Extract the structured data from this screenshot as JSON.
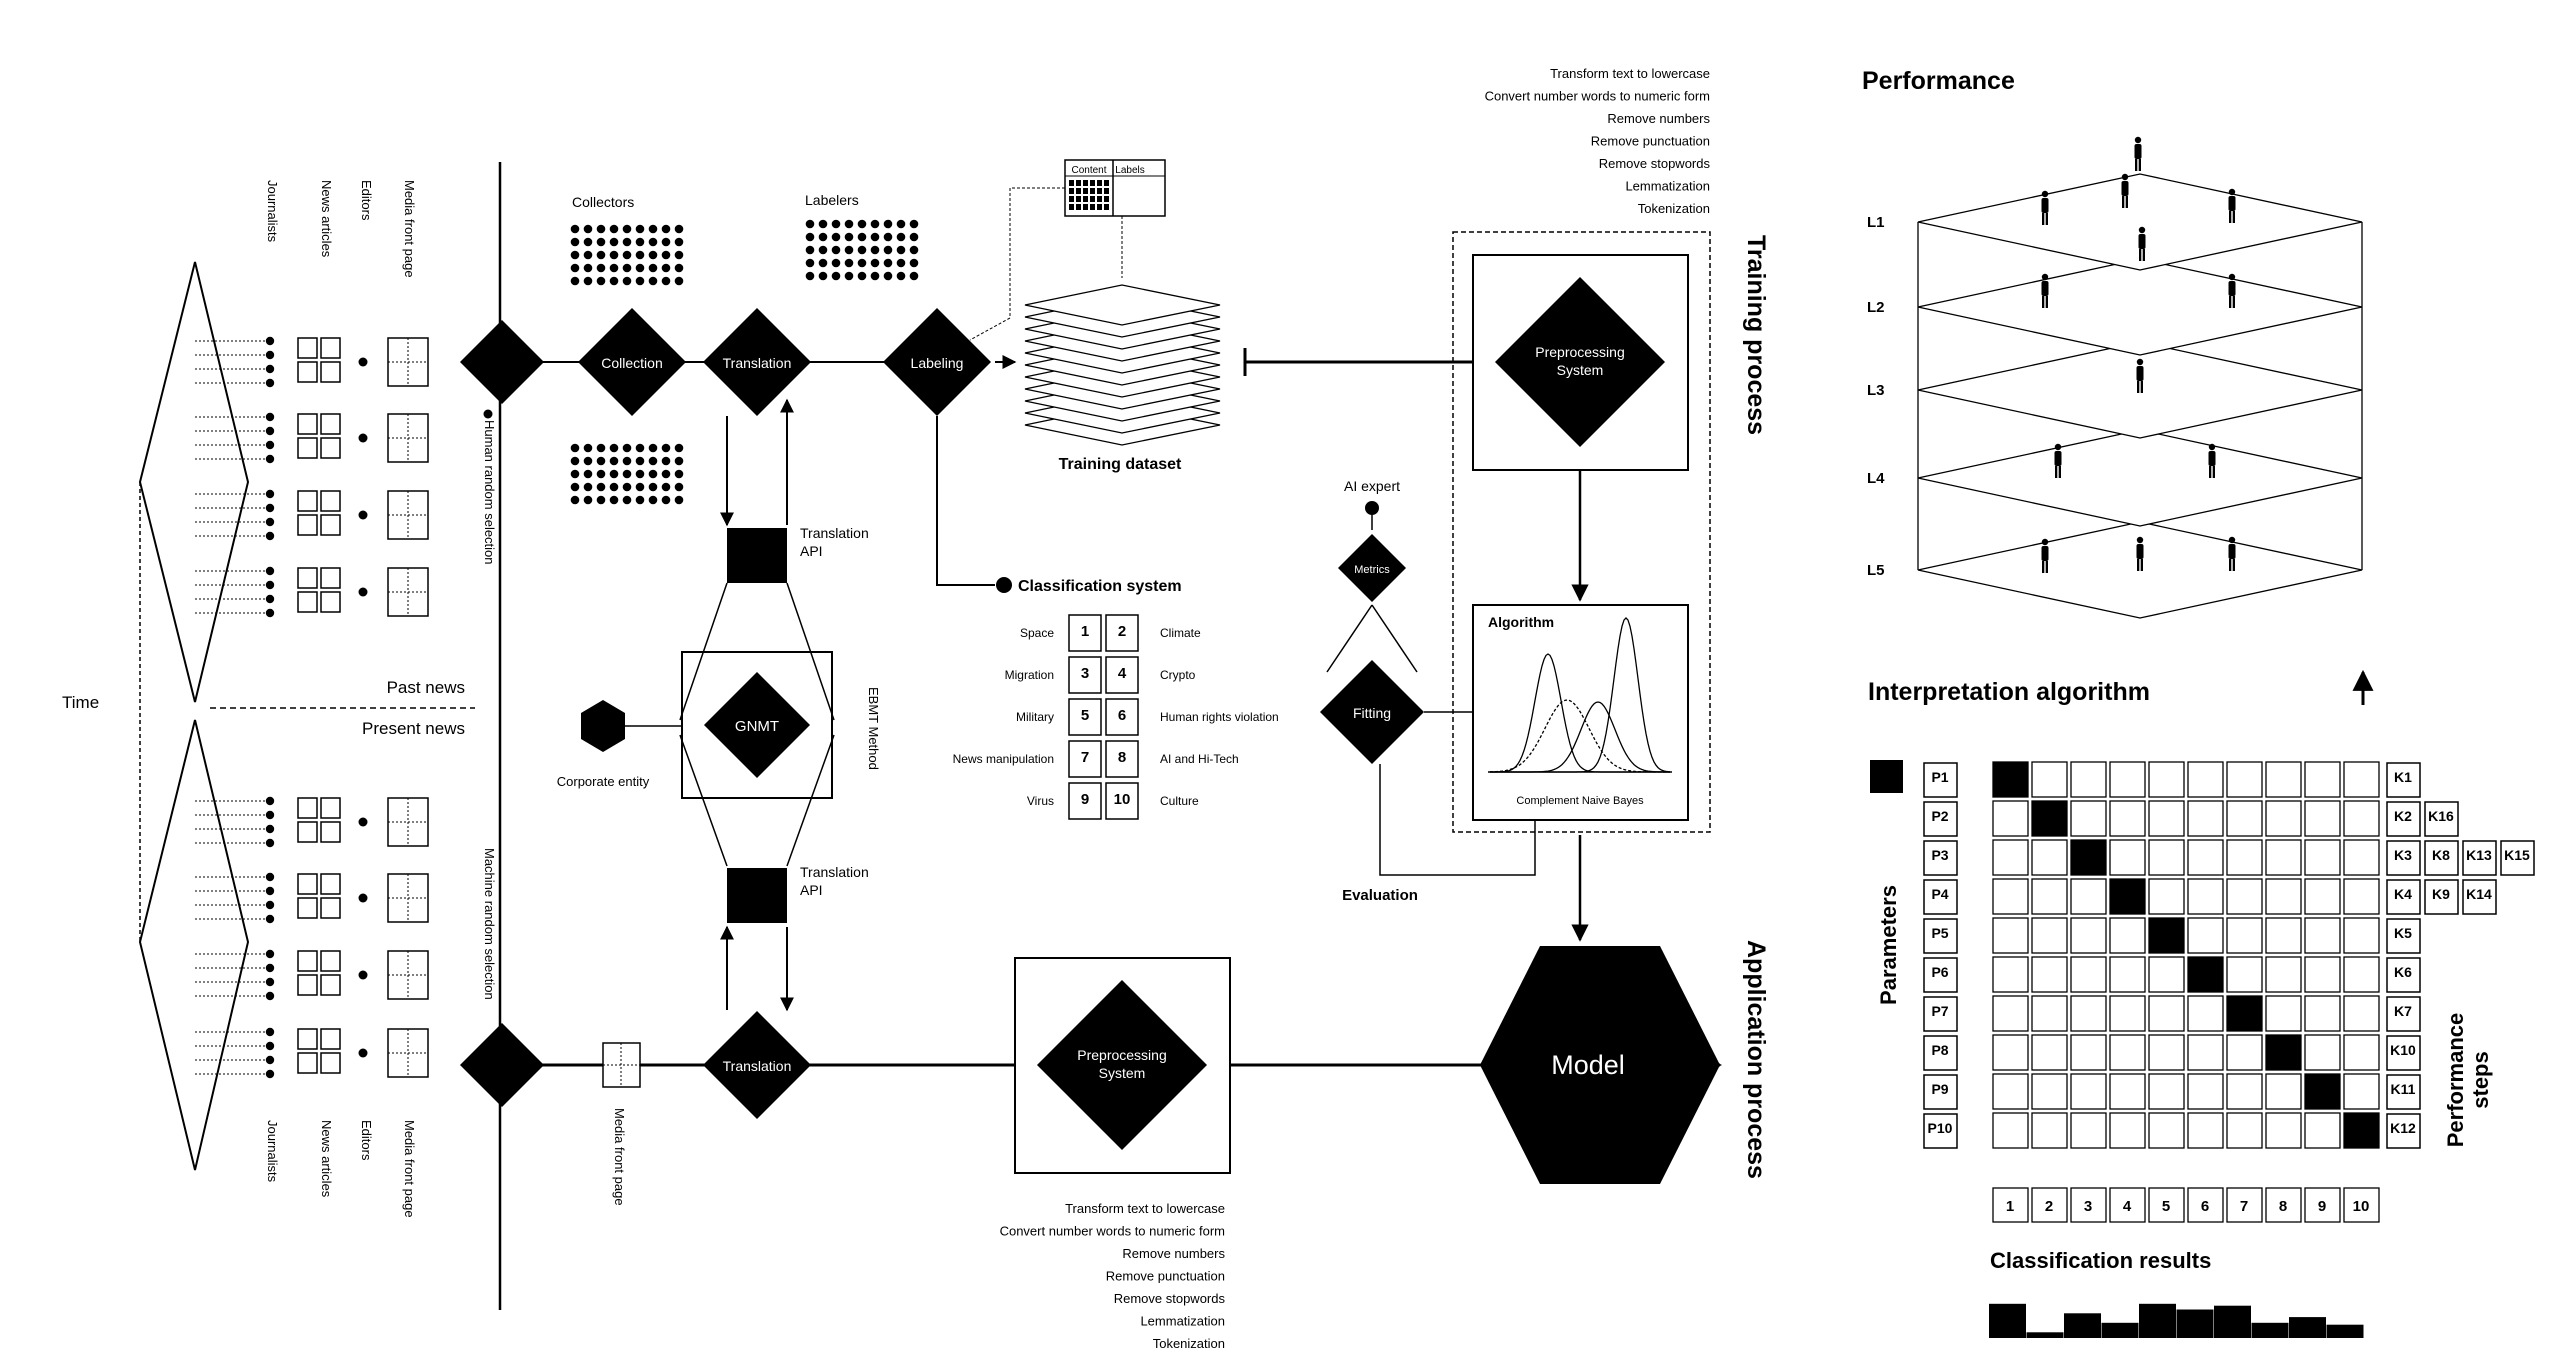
{
  "left": {
    "time_label": "Time",
    "past_news": "Past news",
    "present_news": "Present news",
    "col_headers": [
      "Journalists",
      "News articles",
      "Editors",
      "Media front page"
    ],
    "human_selection": "Human random selection",
    "machine_selection": "Machine random selection"
  },
  "pipeline": {
    "collectors": "Collectors",
    "labelers": "Labelers",
    "collection": "Collection",
    "translation_top": "Translation",
    "translation_bottom": "Translation",
    "labeling": "Labeling",
    "translation_api_1": [
      "Translation",
      "API"
    ],
    "translation_api_2": [
      "Translation",
      "API"
    ],
    "gnmt": "GNMT",
    "ebmt": "EBMT Method",
    "corporate_entity": "Corporate entity",
    "media_front_page": "Media front page",
    "training_dataset": "Training dataset",
    "dataset_tab_content": "Content",
    "dataset_tab_labels": "Labels"
  },
  "classification": {
    "title": "Classification system",
    "rows": [
      {
        "left": "Space",
        "a": "1",
        "b": "2",
        "right": "Climate"
      },
      {
        "left": "Migration",
        "a": "3",
        "b": "4",
        "right": "Crypto"
      },
      {
        "left": "Military",
        "a": "5",
        "b": "6",
        "right": "Human rights violation"
      },
      {
        "left": "News manipulation",
        "a": "7",
        "b": "8",
        "right": "AI and Hi-Tech"
      },
      {
        "left": "Virus",
        "a": "9",
        "b": "10",
        "right": "Culture"
      }
    ]
  },
  "preprocessing": {
    "label": [
      "Preprocessing",
      "System"
    ],
    "steps": [
      "Transform text to lowercase",
      "Convert number words to numeric form",
      "Remove numbers",
      "Remove punctuation",
      "Remove stopwords",
      "Lemmatization",
      "Tokenization"
    ]
  },
  "training": {
    "title": "Training process",
    "ai_expert": "AI expert",
    "metrics": "Metrics",
    "fitting": "Fitting",
    "evaluation": "Evaluation",
    "algorithm": "Algorithm",
    "naive_bayes": "Complement Naive Bayes"
  },
  "application": {
    "title": "Application process",
    "model": "Model"
  },
  "performance": {
    "title": "Performance",
    "levels": [
      "L1",
      "L2",
      "L3",
      "L4",
      "L5"
    ]
  },
  "interpretation": {
    "title": "Interpretation algorithm",
    "parameters_label": "Parameters",
    "performance_steps_label": [
      "Performance",
      "steps"
    ],
    "params": [
      "P1",
      "P2",
      "P3",
      "P4",
      "P5",
      "P6",
      "P7",
      "P8",
      "P9",
      "P10"
    ],
    "k_rows": [
      [
        "K1"
      ],
      [
        "K2",
        "K16"
      ],
      [
        "K3",
        "K8",
        "K13",
        "K15"
      ],
      [
        "K4",
        "K9",
        "K14"
      ],
      [
        "K5"
      ],
      [
        "K6"
      ],
      [
        "K7"
      ],
      [
        "K10"
      ],
      [
        "K11"
      ],
      [
        "K12"
      ]
    ],
    "results_label": "Classification results",
    "results_numbers": [
      "1",
      "2",
      "3",
      "4",
      "5",
      "6",
      "7",
      "8",
      "9",
      "10"
    ],
    "results_levels": [
      0.9,
      0.15,
      0.65,
      0.4,
      0.9,
      0.75,
      0.85,
      0.4,
      0.55,
      0.35
    ]
  }
}
